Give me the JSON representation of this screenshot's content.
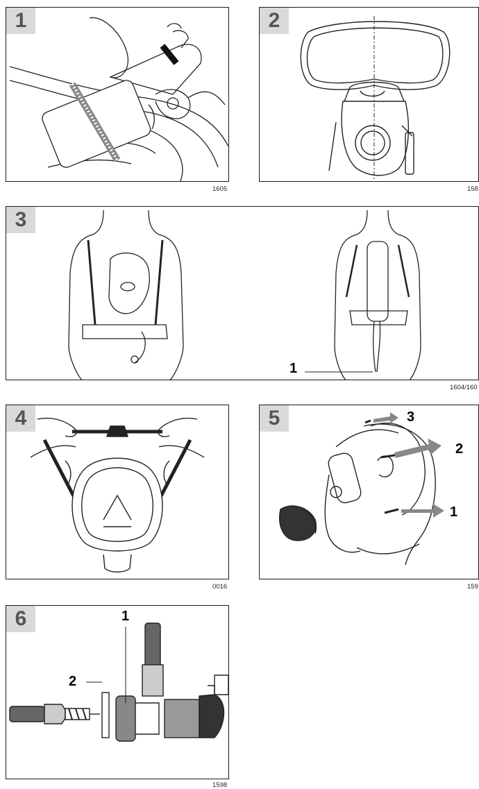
{
  "panels": [
    {
      "number": "1",
      "code": "1605"
    },
    {
      "number": "2",
      "code": "158"
    },
    {
      "number": "3",
      "code": "1604/160",
      "callouts": [
        "1"
      ]
    },
    {
      "number": "4",
      "code": "0016"
    },
    {
      "number": "5",
      "code": "159",
      "callouts": [
        "3",
        "2",
        "1"
      ]
    },
    {
      "number": "6",
      "code": "1598",
      "callouts": [
        "1",
        "2"
      ]
    }
  ]
}
